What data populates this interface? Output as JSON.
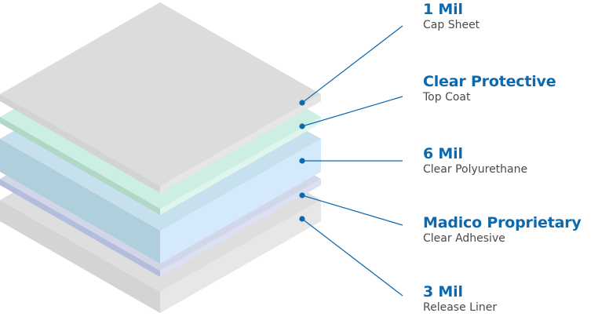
{
  "diagram": {
    "title": "Film layer stack",
    "accent_color": "#0d69ae",
    "subtitle_color": "#4a4a4a",
    "layers": [
      {
        "id": "cap-sheet",
        "title": "1 Mil",
        "subtitle": "Cap Sheet",
        "colors": {
          "top": "#dcdcdc",
          "left": "#d3d3d5",
          "right": "#e6e6e6"
        }
      },
      {
        "id": "top-coat",
        "title": "Clear Protective",
        "subtitle": "Top Coat",
        "colors": {
          "top": "#cdeee3",
          "left": "#b1d7c5",
          "right": "#e0f5ee"
        }
      },
      {
        "id": "polyurethane",
        "title": "6 Mil",
        "subtitle": "Clear Polyurethane",
        "colors": {
          "top": "#c6e0ee",
          "left": "#aecfdb",
          "right": "#d4eafc"
        }
      },
      {
        "id": "adhesive",
        "title": "Madico Proprietary",
        "subtitle": "Clear Adhesive",
        "colors": {
          "top": "#d2d6e9",
          "left": "#b3bddc",
          "right": "#dce0f1"
        }
      },
      {
        "id": "release-liner",
        "title": "3 Mil",
        "subtitle": "Release Liner",
        "colors": {
          "top": "#dedede",
          "left": "#d3d4d6",
          "right": "#e7e7e7"
        }
      }
    ]
  }
}
